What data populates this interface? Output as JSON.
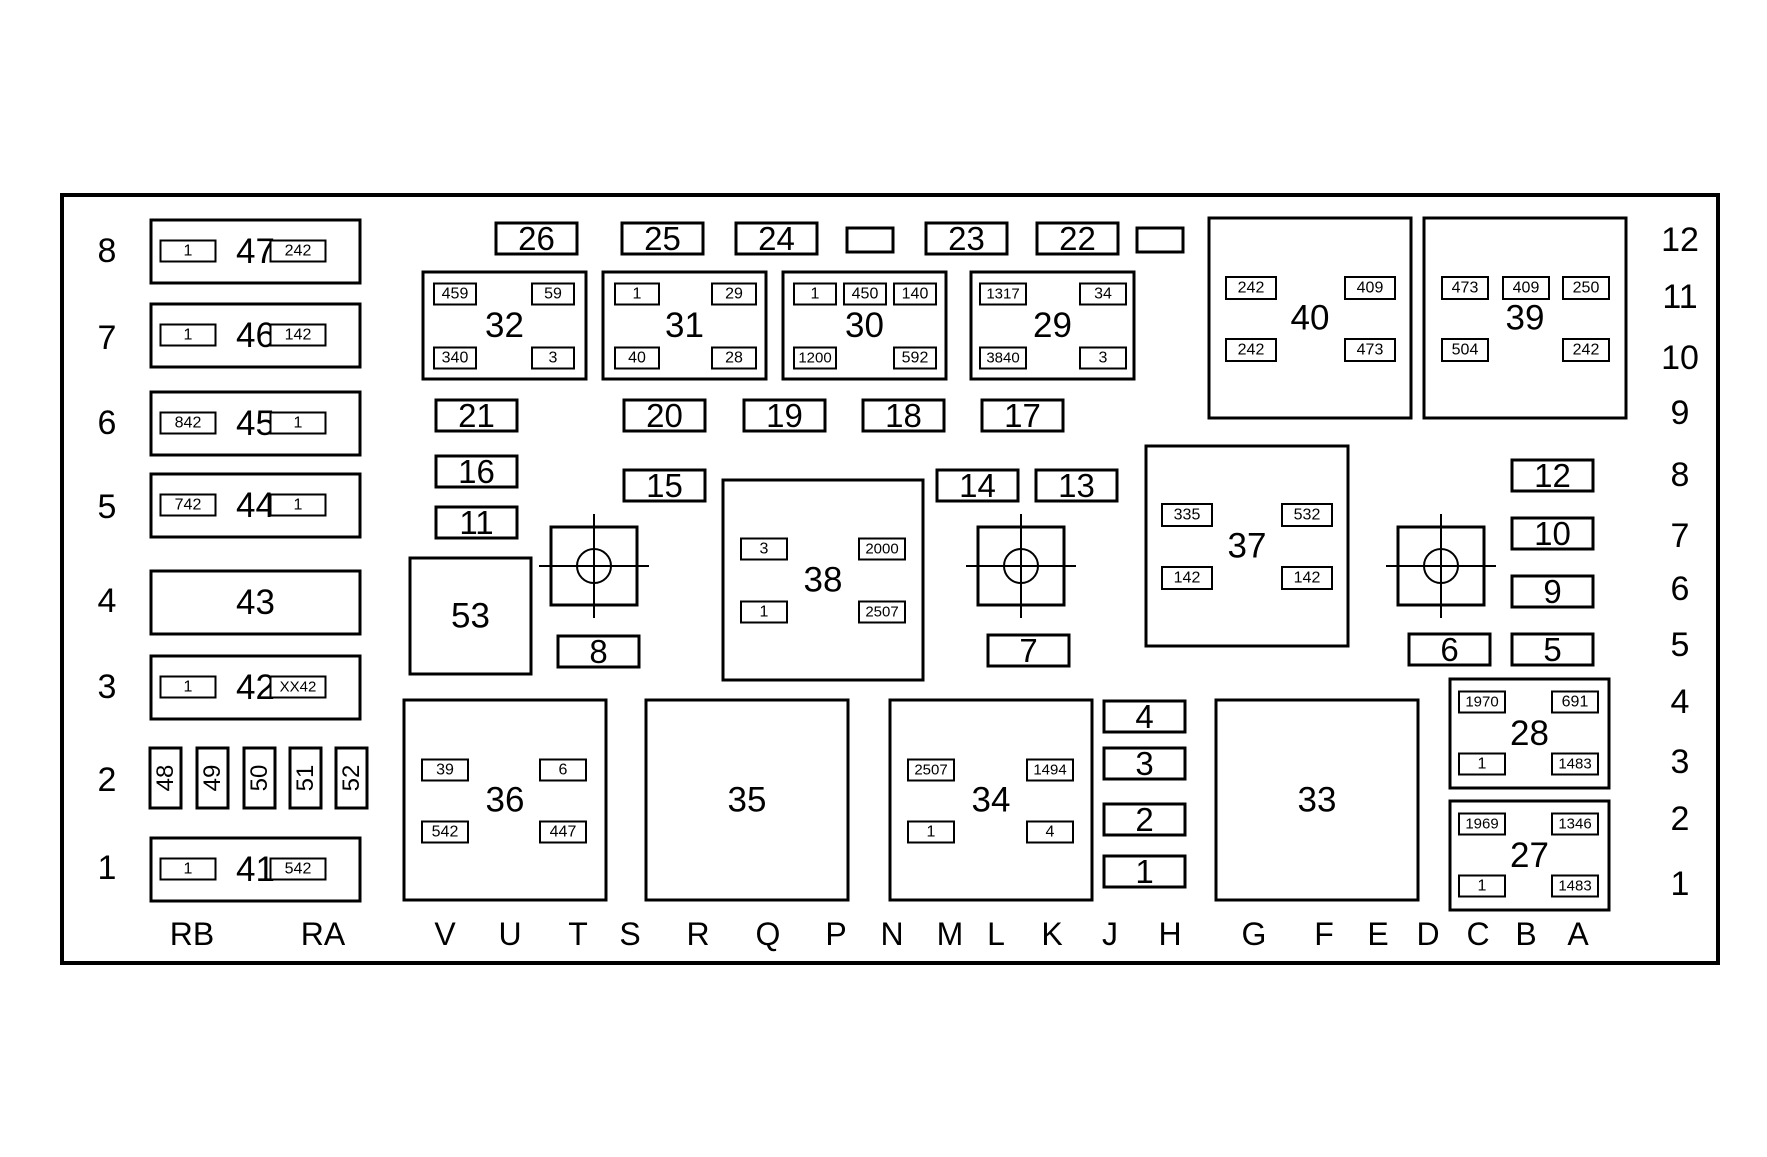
{
  "row_labels_left": [
    "8",
    "7",
    "6",
    "5",
    "4",
    "3",
    "2",
    "1"
  ],
  "row_labels_right": [
    "12",
    "11",
    "10",
    "9",
    "8",
    "7",
    "6",
    "5",
    "4",
    "3",
    "2",
    "1"
  ],
  "col_labels": [
    "RB",
    "RA",
    "V",
    "U",
    "T",
    "S",
    "R",
    "Q",
    "P",
    "N",
    "M",
    "L",
    "K",
    "J",
    "H",
    "G",
    "F",
    "E",
    "D",
    "C",
    "B",
    "A"
  ],
  "components": [
    {
      "id": "47",
      "pins": [
        "1",
        "242"
      ]
    },
    {
      "id": "46",
      "pins": [
        "1",
        "142"
      ]
    },
    {
      "id": "45",
      "pins": [
        "842",
        "1"
      ]
    },
    {
      "id": "44",
      "pins": [
        "742",
        "1"
      ]
    },
    {
      "id": "43",
      "pins": []
    },
    {
      "id": "42",
      "pins": [
        "1",
        "XX42"
      ]
    },
    {
      "id": "41",
      "pins": [
        "1",
        "542"
      ]
    },
    {
      "id": "48",
      "pins": []
    },
    {
      "id": "49",
      "pins": []
    },
    {
      "id": "50",
      "pins": []
    },
    {
      "id": "51",
      "pins": []
    },
    {
      "id": "52",
      "pins": []
    },
    {
      "id": "26",
      "pins": []
    },
    {
      "id": "25",
      "pins": []
    },
    {
      "id": "24",
      "pins": []
    },
    {
      "id": "23",
      "pins": []
    },
    {
      "id": "22",
      "pins": []
    },
    {
      "id": "32",
      "pins": [
        "459",
        "59",
        "340",
        "3"
      ]
    },
    {
      "id": "31",
      "pins": [
        "1",
        "29",
        "40",
        "28"
      ]
    },
    {
      "id": "30",
      "pins": [
        "1",
        "450",
        "140",
        "1200",
        "592"
      ]
    },
    {
      "id": "29",
      "pins": [
        "1317",
        "34",
        "3840",
        "3"
      ]
    },
    {
      "id": "40",
      "pins": [
        "242",
        "409",
        "242",
        "473"
      ]
    },
    {
      "id": "39",
      "pins": [
        "473",
        "409",
        "250",
        "504",
        "242"
      ]
    },
    {
      "id": "21",
      "pins": []
    },
    {
      "id": "20",
      "pins": []
    },
    {
      "id": "19",
      "pins": []
    },
    {
      "id": "18",
      "pins": []
    },
    {
      "id": "17",
      "pins": []
    },
    {
      "id": "16",
      "pins": []
    },
    {
      "id": "15",
      "pins": []
    },
    {
      "id": "14",
      "pins": []
    },
    {
      "id": "13",
      "pins": []
    },
    {
      "id": "12",
      "pins": []
    },
    {
      "id": "11",
      "pins": []
    },
    {
      "id": "10",
      "pins": []
    },
    {
      "id": "9",
      "pins": []
    },
    {
      "id": "53",
      "pins": []
    },
    {
      "id": "38",
      "pins": [
        "3",
        "2000",
        "1",
        "2507"
      ]
    },
    {
      "id": "37",
      "pins": [
        "335",
        "532",
        "142",
        "142"
      ]
    },
    {
      "id": "8",
      "pins": []
    },
    {
      "id": "7",
      "pins": []
    },
    {
      "id": "6",
      "pins": []
    },
    {
      "id": "5",
      "pins": []
    },
    {
      "id": "36",
      "pins": [
        "39",
        "6",
        "542",
        "447"
      ]
    },
    {
      "id": "35",
      "pins": []
    },
    {
      "id": "34",
      "pins": [
        "2507",
        "1494",
        "1",
        "4"
      ]
    },
    {
      "id": "4",
      "pins": []
    },
    {
      "id": "3",
      "pins": []
    },
    {
      "id": "2",
      "pins": []
    },
    {
      "id": "1",
      "pins": []
    },
    {
      "id": "33",
      "pins": []
    },
    {
      "id": "28",
      "pins": [
        "1970",
        "691",
        "1",
        "1483"
      ]
    },
    {
      "id": "27",
      "pins": [
        "1969",
        "1346",
        "1",
        "1483"
      ]
    }
  ]
}
